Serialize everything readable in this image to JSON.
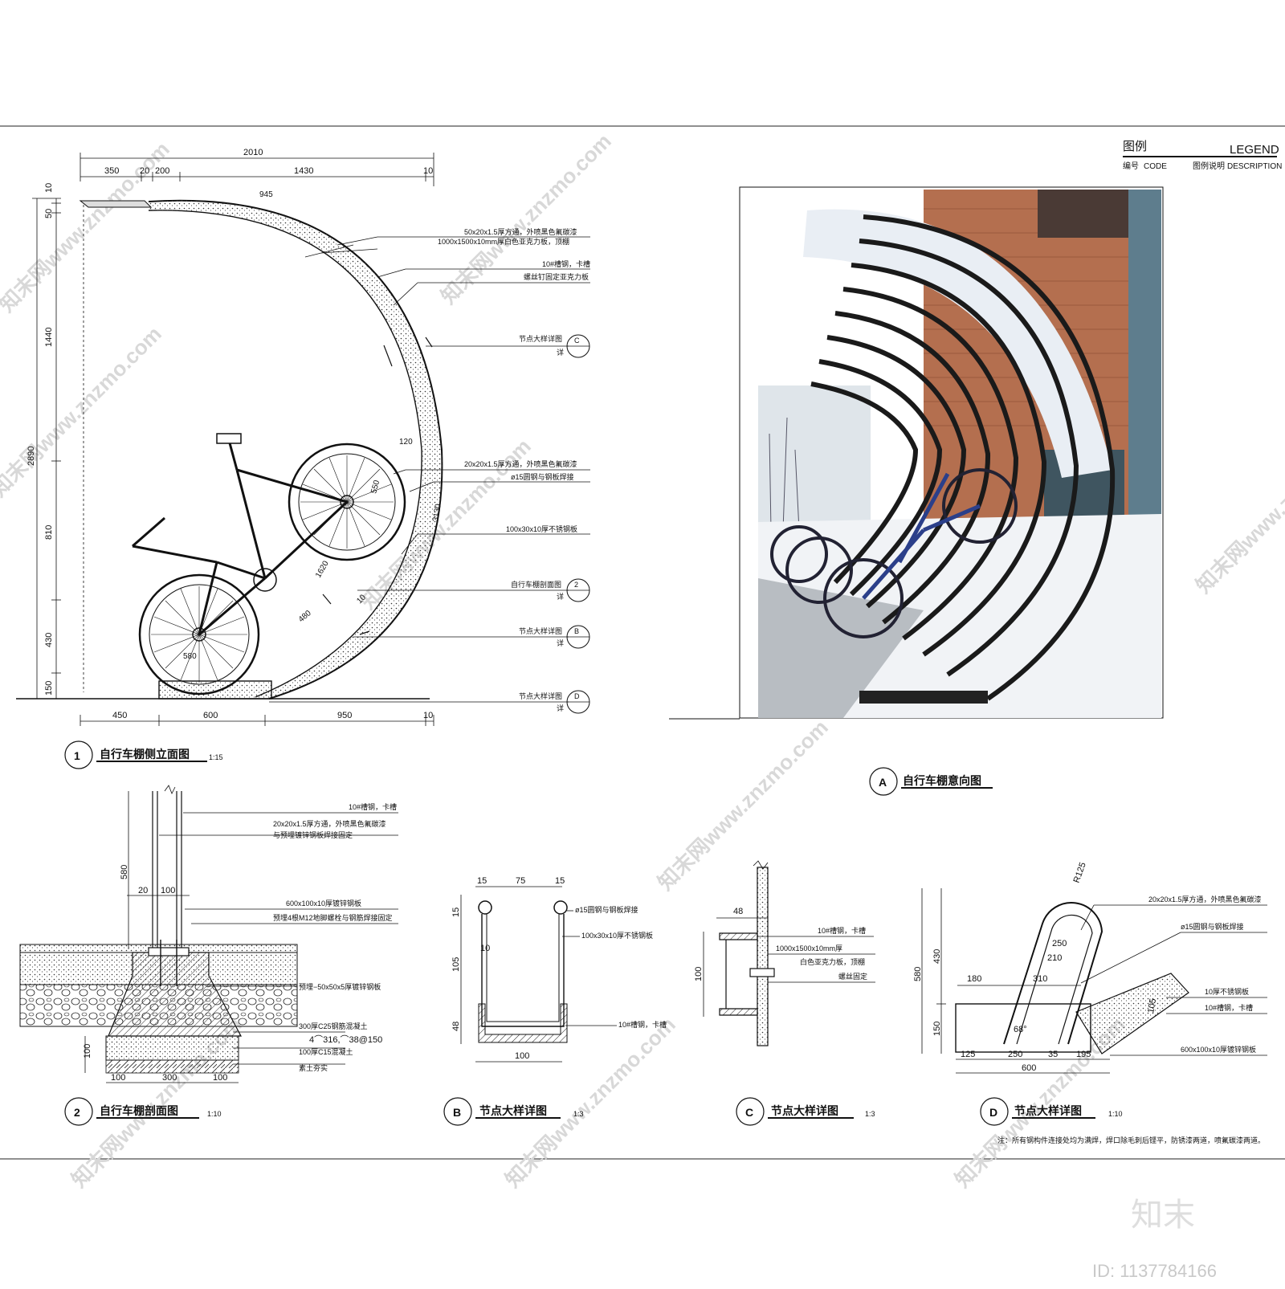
{
  "legend": {
    "title_cn": "图例",
    "title_en": "LEGEND",
    "code_cn": "编号",
    "code_en": "CODE",
    "desc_cn": "图例说明",
    "desc_en": "DESCRIPTION"
  },
  "view1": {
    "num": "1",
    "title": "自行车棚侧立面图",
    "scale": "1:15",
    "dims_top": [
      "2010",
      "350",
      "20",
      "200",
      "1430",
      "10"
    ],
    "dims_left": [
      "10",
      "50",
      "1440",
      "2890",
      "810",
      "430",
      "150"
    ],
    "dims_bottom": [
      "450",
      "600",
      "950",
      "10"
    ],
    "inner_dims": [
      "945",
      "120",
      "550",
      "3130",
      "1620",
      "480",
      "580",
      "10"
    ],
    "notes": [
      "50x20x1.5厚方通，外喷黑色氟碳漆",
      "1000x1500x10mm厚白色亚克力板，顶棚",
      "10#槽钢，卡槽",
      "螺丝钉固定亚克力板",
      "节点大样详图",
      "20x20x1.5厚方通，外喷黑色氟碳漆",
      "ø15圆钢与钢板焊接",
      "100x30x10厚不锈钢板",
      "自行车棚剖面图",
      "节点大样详图",
      "节点大样详图"
    ],
    "callouts": [
      "C",
      "2",
      "B",
      "D"
    ],
    "callout_sub": "详"
  },
  "viewA": {
    "num": "A",
    "title": "自行车棚意向图"
  },
  "view2": {
    "num": "2",
    "title": "自行车棚剖面图",
    "scale": "1:10",
    "dims": [
      "580",
      "20",
      "100",
      "100",
      "100",
      "300",
      "100"
    ],
    "notes": [
      "10#槽钢，卡槽",
      "20x20x1.5厚方通，外喷黑色氟碳漆",
      "与预埋镀锌钢板焊接固定",
      "600x100x10厚镀锌钢板",
      "预埋4根M12地脚螺栓与钢筋焊接固定",
      "预埋−50x50x5厚镀锌钢板",
      "300厚C25钢筋混凝土",
      "4⌒316,⌒38@150",
      "100厚C15混凝土",
      "素土夯实"
    ]
  },
  "viewB": {
    "num": "B",
    "title": "节点大样详图",
    "scale": "1:3",
    "dims": [
      "15",
      "75",
      "15",
      "15",
      "105",
      "10",
      "48",
      "100"
    ],
    "notes": [
      "ø15圆钢与钢板焊接",
      "100x30x10厚不锈钢板",
      "10#槽钢，卡槽"
    ]
  },
  "viewC": {
    "num": "C",
    "title": "节点大样详图",
    "scale": "1:3",
    "dims": [
      "48",
      "100"
    ],
    "notes": [
      "10#槽钢，卡槽",
      "1000x1500x10mm厚",
      "白色亚克力板，顶棚",
      "螺丝固定"
    ]
  },
  "viewD": {
    "num": "D",
    "title": "节点大样详图",
    "scale": "1:10",
    "dims": [
      "R125",
      "580",
      "430",
      "150",
      "180",
      "310",
      "250",
      "210",
      "125",
      "250",
      "35",
      "195",
      "600",
      "68°",
      "105"
    ],
    "notes": [
      "20x20x1.5厚方通，外喷黑色氟碳漆",
      "ø15圆钢与钢板焊接",
      "10厚不锈钢板",
      "10#槽钢，卡槽",
      "600x100x10厚镀锌钢板"
    ]
  },
  "footnote": "注：所有钢构件连接处均为满焊，焊口除毛刺后铿平，防锈漆两道，喷氟碳漆两道。",
  "brand": {
    "name": "知末",
    "id": "ID: 1137784166",
    "watermark": "知末网www.znzmo.com"
  }
}
